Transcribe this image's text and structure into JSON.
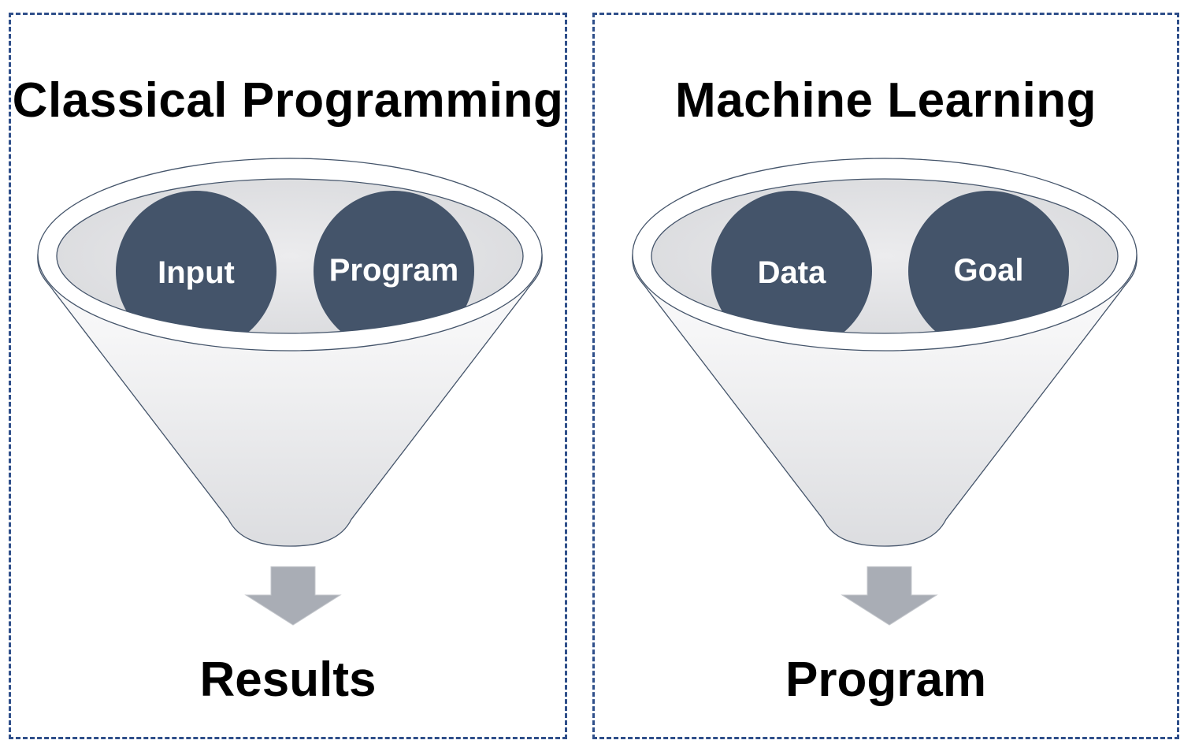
{
  "colors": {
    "border": "#2f4f8a",
    "bubble": "#44546a",
    "arrow": "#a9adb5",
    "funnel_outline": "#44546a"
  },
  "panels": [
    {
      "title": "Classical Programming",
      "inputs": [
        "Input",
        "Program"
      ],
      "output": "Results"
    },
    {
      "title": "Machine Learning",
      "inputs": [
        "Data",
        "Goal"
      ],
      "output": "Program"
    }
  ]
}
